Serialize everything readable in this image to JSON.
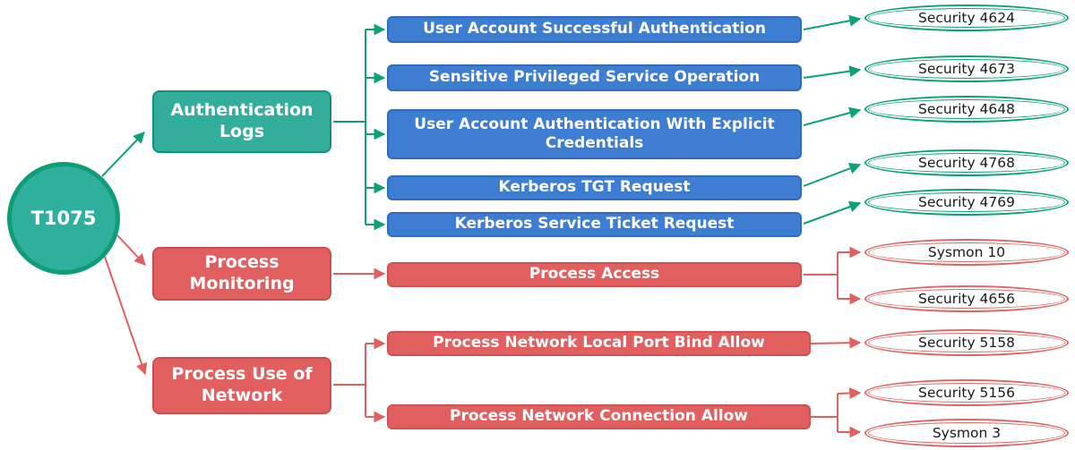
{
  "root": {
    "label": "T1075"
  },
  "branches": [
    {
      "label": "Authentication Logs",
      "children": [
        {
          "label": "User Account Successful Authentication",
          "events": [
            "Security 4624"
          ]
        },
        {
          "label": "Sensitive Privileged Service Operation",
          "events": [
            "Security 4673"
          ]
        },
        {
          "label": "User Account Authentication With Explicit Credentials",
          "events": [
            "Security 4648"
          ]
        },
        {
          "label": "Kerberos TGT Request",
          "events": [
            "Security 4768"
          ]
        },
        {
          "label": "Kerberos Service Ticket Request",
          "events": [
            "Security 4769"
          ]
        }
      ]
    },
    {
      "label": "Process Monitoring",
      "children": [
        {
          "label": "Process Access",
          "events": [
            "Sysmon 10",
            "Security 4656"
          ]
        }
      ]
    },
    {
      "label": "Process Use of Network",
      "children": [
        {
          "label": "Process Network Local Port Bind Allow",
          "events": [
            "Security 5158"
          ]
        },
        {
          "label": "Process Network Connection Allow",
          "events": [
            "Security 5156",
            "Sysmon 3"
          ]
        }
      ]
    }
  ],
  "colors": {
    "teal_fill": "#33ae9c",
    "teal_border": "#0e9181",
    "green_accent": "#0ca36e",
    "blue_fill": "#3d7dd2",
    "blue_border": "#2f6cc0",
    "red_fill": "#e15f5f",
    "red_border": "#c94f4f",
    "oval_text": "#1a1a1a",
    "background": "#ffffff"
  }
}
